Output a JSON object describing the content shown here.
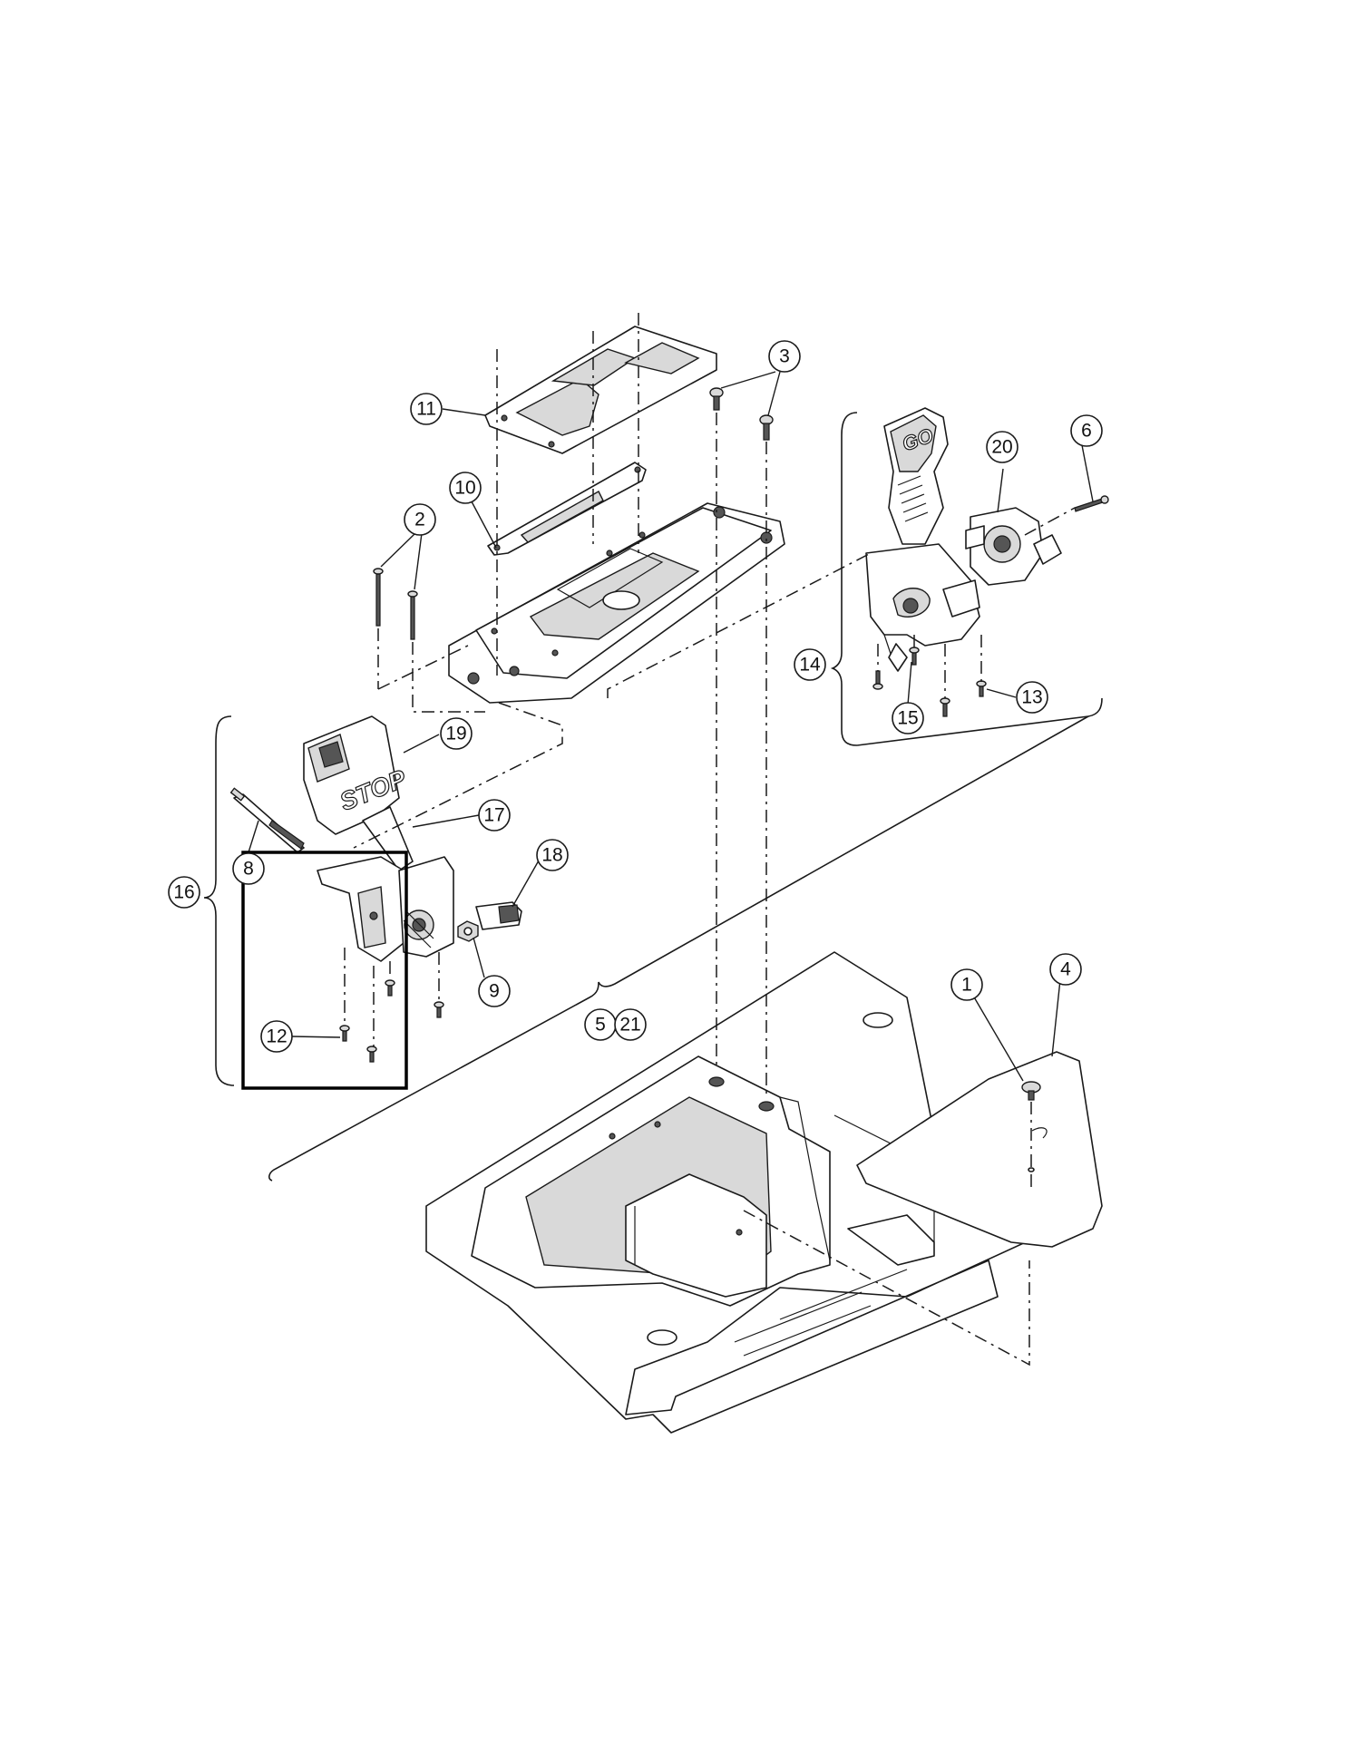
{
  "diagram": {
    "type": "exploded-parts-view",
    "pedal_labels": {
      "stop": "STOP",
      "go": "GO"
    },
    "callouts": [
      {
        "id": "callout-1",
        "label": "1"
      },
      {
        "id": "callout-2",
        "label": "2"
      },
      {
        "id": "callout-3",
        "label": "3"
      },
      {
        "id": "callout-4",
        "label": "4"
      },
      {
        "id": "callout-5",
        "label": "5"
      },
      {
        "id": "callout-6",
        "label": "6"
      },
      {
        "id": "callout-8",
        "label": "8"
      },
      {
        "id": "callout-9",
        "label": "9"
      },
      {
        "id": "callout-10",
        "label": "10"
      },
      {
        "id": "callout-11",
        "label": "11"
      },
      {
        "id": "callout-12",
        "label": "12"
      },
      {
        "id": "callout-13",
        "label": "13"
      },
      {
        "id": "callout-14",
        "label": "14"
      },
      {
        "id": "callout-15",
        "label": "15"
      },
      {
        "id": "callout-16",
        "label": "16"
      },
      {
        "id": "callout-17",
        "label": "17"
      },
      {
        "id": "callout-18",
        "label": "18"
      },
      {
        "id": "callout-19",
        "label": "19"
      },
      {
        "id": "callout-20",
        "label": "20"
      },
      {
        "id": "callout-21",
        "label": "21"
      }
    ],
    "colors": {
      "line": "#1a1a1a",
      "highlight": "#000000",
      "background": "#ffffff"
    }
  }
}
